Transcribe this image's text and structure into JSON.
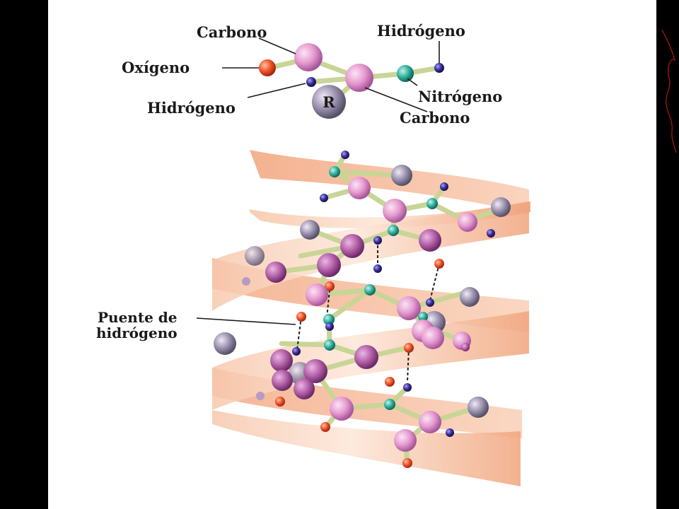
{
  "slide": {
    "background_color": "#000000",
    "panel_color": "#ffffff"
  },
  "amino_acid": {
    "labels": {
      "carbono_top": "Carbono",
      "oxigeno": "Oxígeno",
      "hidrogeno_top": "Hidrógeno",
      "hidrogeno_left": "Hidrógeno",
      "nitrogeno": "Nitrógeno",
      "carbono_bottom": "Carbono",
      "r_group": "R"
    }
  },
  "helix": {
    "label_line1": "Puente de",
    "label_line2": "hidrógeno",
    "ribbon_color": "#f4b48f",
    "atom_colors": {
      "carbon": "#e69bd0",
      "oxygen": "#f2522a",
      "hydrogen": "#3a2f9a",
      "nitrogen": "#31b3a0",
      "r_group": "#9b92ae"
    }
  }
}
